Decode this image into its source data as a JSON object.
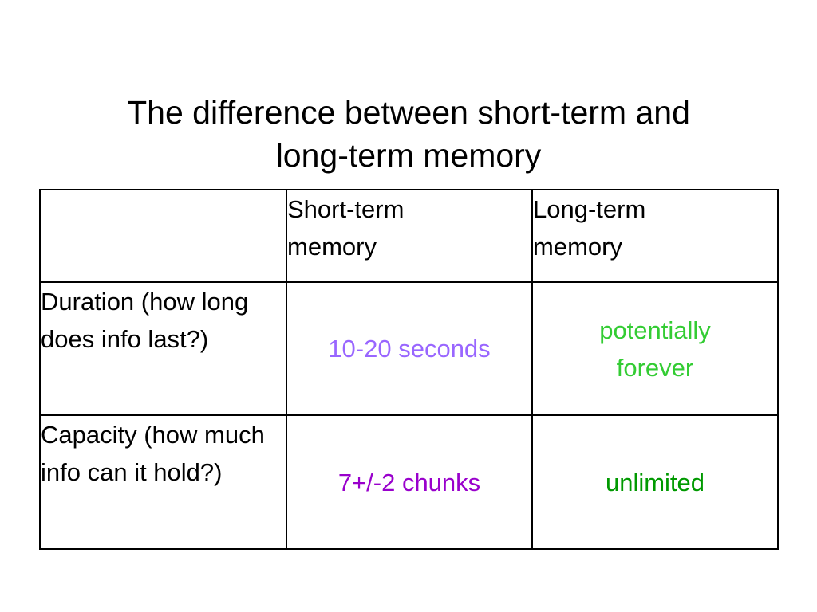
{
  "slide": {
    "title_line1": "The difference between short-term and",
    "title_line2": "long-term memory"
  },
  "table": {
    "header": {
      "corner": "",
      "short_term_line1": "Short-term",
      "short_term_line2": "memory",
      "long_term_line1": "Long-term",
      "long_term_line2": "memory"
    },
    "rows": [
      {
        "label": "Duration (how long does info last?)",
        "short_term_value": "10-20 seconds",
        "long_term_line1": "potentially",
        "long_term_line2": "forever"
      },
      {
        "label": "Capacity (how much info can it hold?)",
        "short_term_value": "7+/-2 chunks",
        "long_term_value": "unlimited"
      }
    ]
  },
  "colors": {
    "duration_short_term": "#9966ff",
    "capacity_short_term": "#9900cc",
    "duration_long_term": "#33cc33",
    "capacity_long_term": "#009900",
    "border": "#000000"
  }
}
